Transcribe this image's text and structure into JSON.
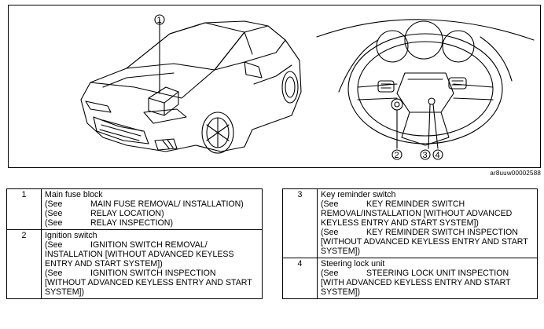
{
  "figure": {
    "callouts": [
      "1",
      "2",
      "3",
      "4"
    ],
    "code": "ar8uuw00002588"
  },
  "parts_left": [
    {
      "number": "1",
      "title": "Main fuse block",
      "refs": [
        {
          "see": "(See",
          "text": "MAIN FUSE REMOVAL/ INSTALLATION)"
        },
        {
          "see": "(See",
          "text": "RELAY LOCATION)"
        },
        {
          "see": "(See",
          "text": "RELAY INSPECTION)"
        }
      ]
    },
    {
      "number": "2",
      "title": "Ignition switch",
      "refs": [
        {
          "see": "(See",
          "text": "IGNITION SWITCH REMOVAL/ INSTALLATION [WITHOUT ADVANCED KEYLESS ENTRY AND START SYSTEM])"
        },
        {
          "see": "(See",
          "text": "IGNITION SWITCH INSPECTION [WITHOUT ADVANCED KEYLESS ENTRY AND START SYSTEM])"
        }
      ]
    }
  ],
  "parts_right": [
    {
      "number": "3",
      "title": "Key reminder switch",
      "refs": [
        {
          "see": "(See",
          "text": "KEY REMINDER SWITCH REMOVAL/INSTALLATION [WITHOUT ADVANCED KEYLESS ENTRY AND START SYSTEM])"
        },
        {
          "see": "(See",
          "text": "KEY REMINDER SWITCH INSPECTION [WITHOUT ADVANCED KEYLESS ENTRY AND START SYSTEM])"
        }
      ]
    },
    {
      "number": "4",
      "title": "Steering lock unit",
      "refs": [
        {
          "see": "(See",
          "text": "STEERING LOCK UNIT INSPECTION [WITH ADVANCED KEYLESS ENTRY AND START SYSTEM])"
        }
      ]
    }
  ]
}
